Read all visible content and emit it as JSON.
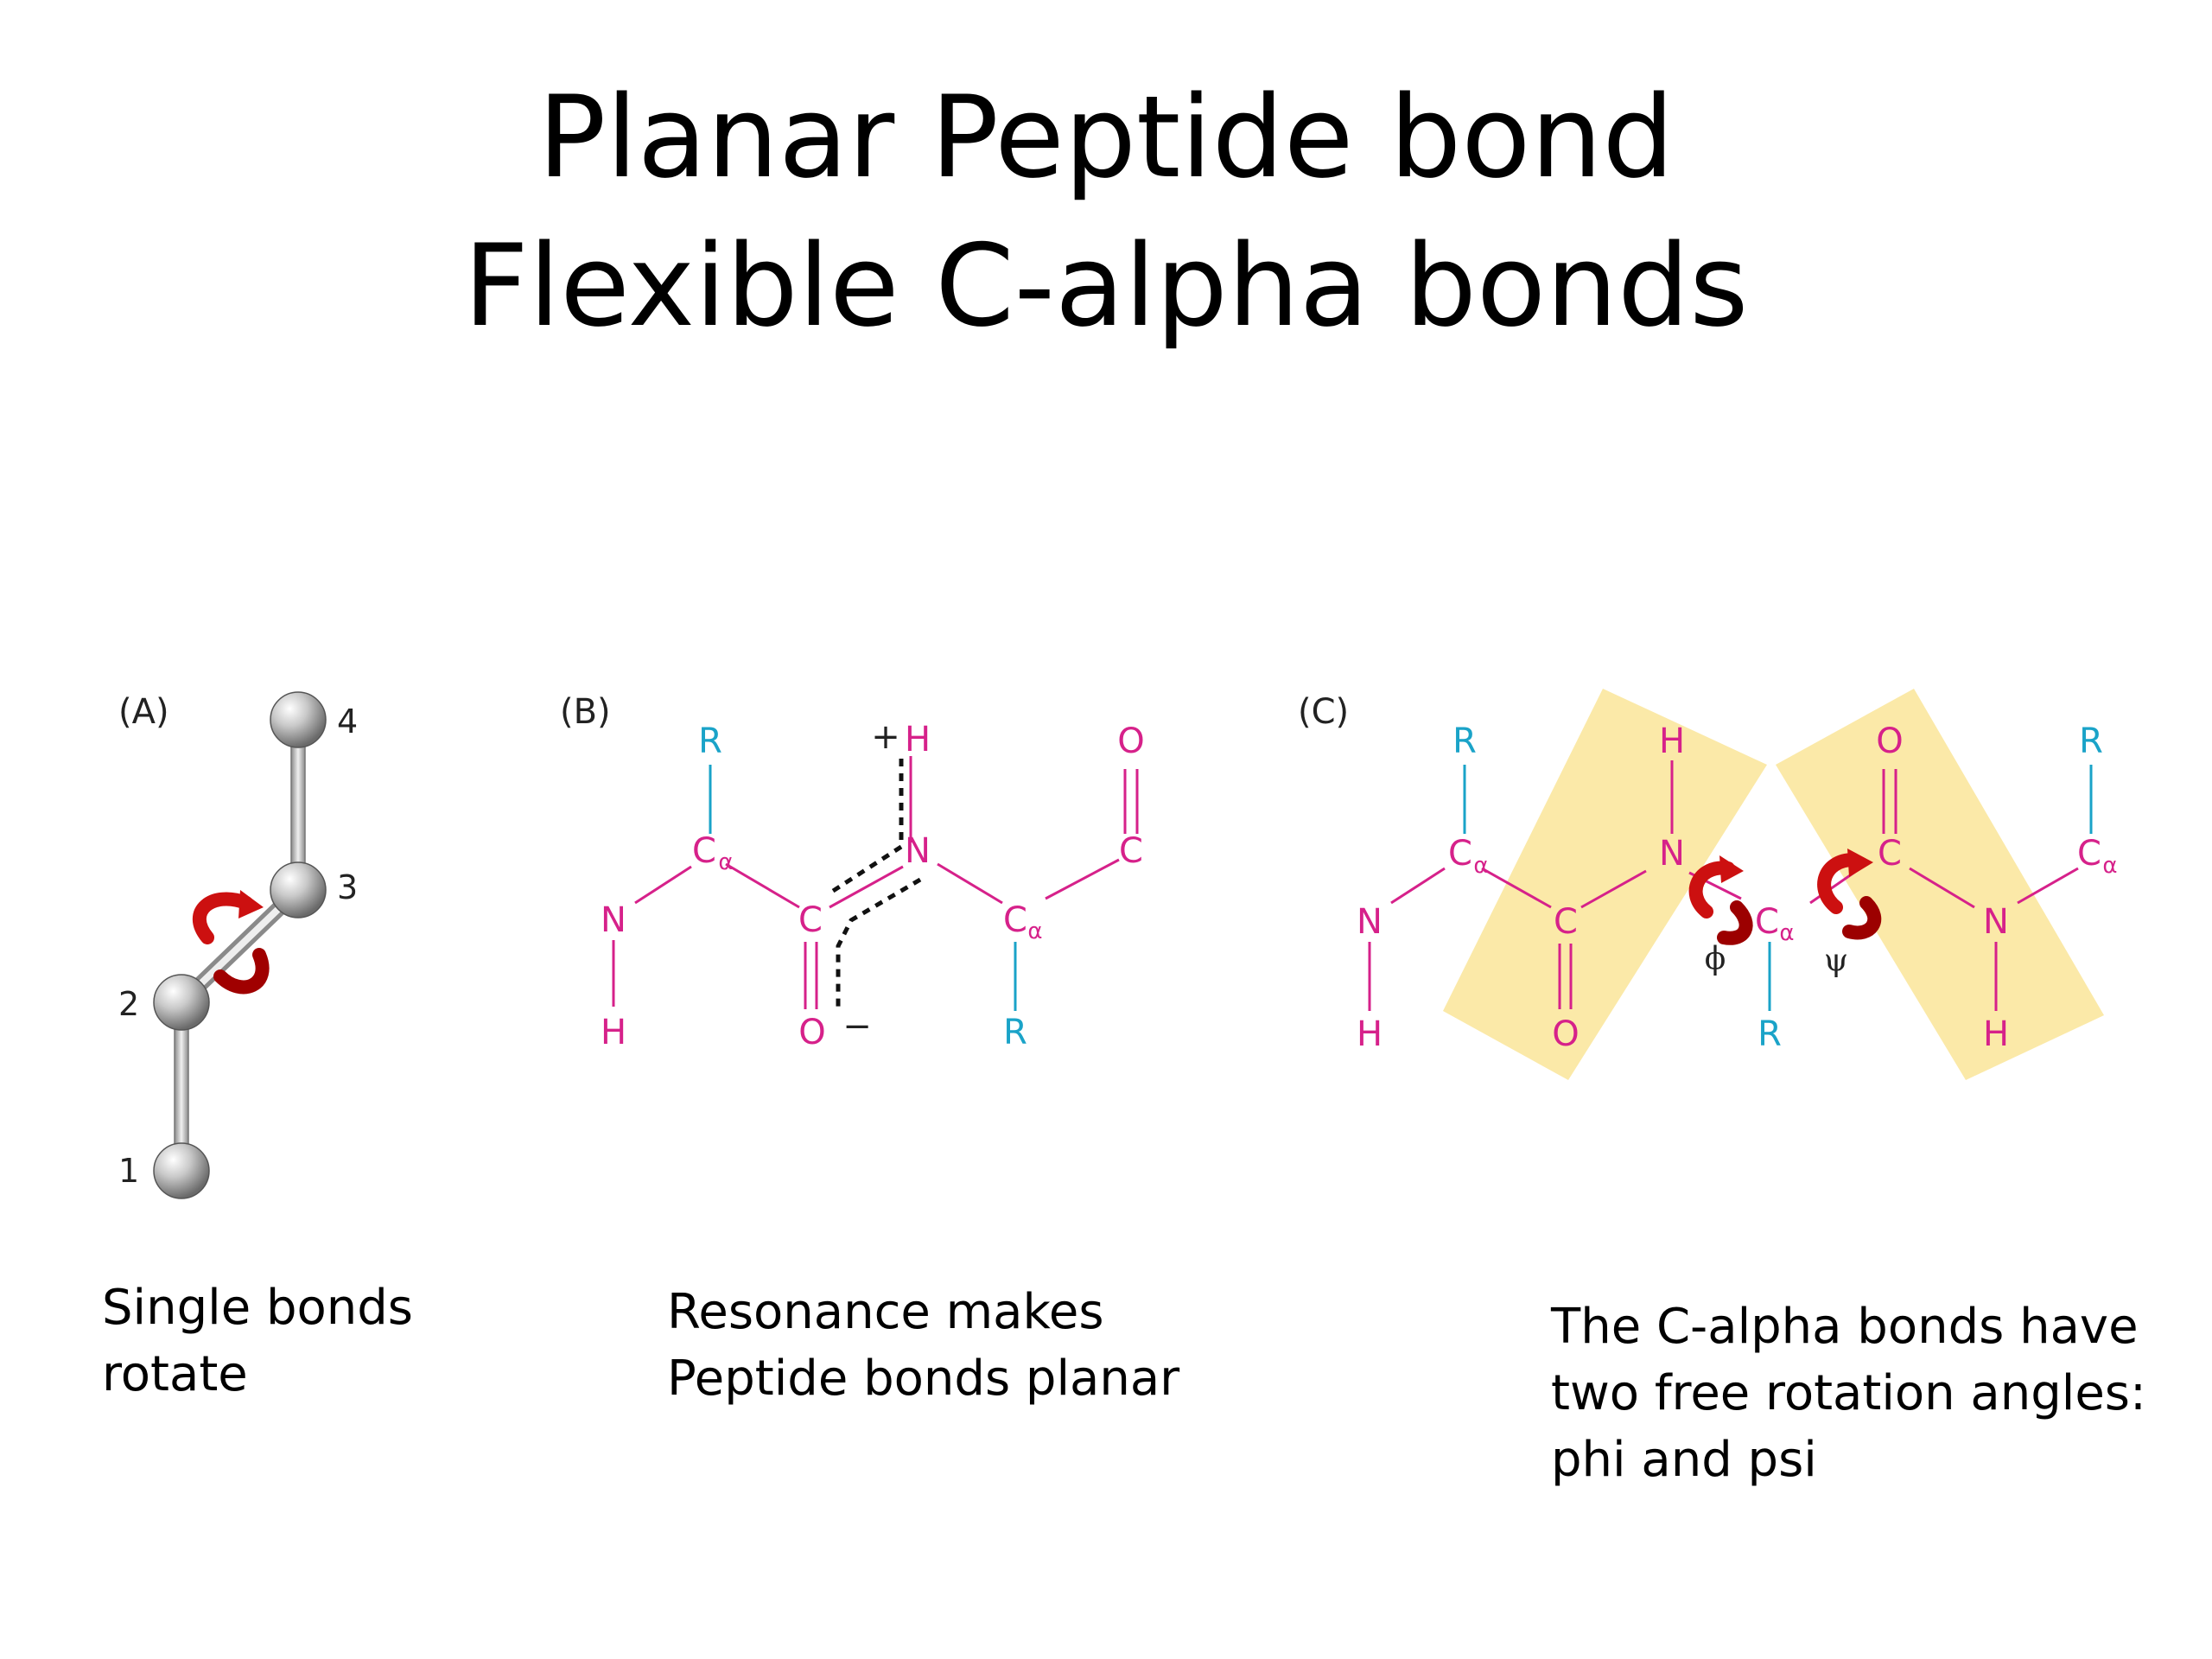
{
  "title": {
    "line1": "Planar Peptide bond",
    "line2": "Flexible C-alpha bonds"
  },
  "colors": {
    "magenta": "#d6218a",
    "cyan": "#1aa3c8",
    "highlight": "#fbe9a8",
    "rotation_red": "#cc1010",
    "bond_gray": "#b8b8b8"
  },
  "panel_a": {
    "label": "(A)",
    "atom_numbers": [
      "1",
      "2",
      "3",
      "4"
    ],
    "caption": [
      "Single bonds",
      "rotate"
    ]
  },
  "panel_b": {
    "label": "(B)",
    "atoms": {
      "r_top": "R",
      "c_alpha_1": "C",
      "alpha_1": "α",
      "n": "N",
      "h_bottom": "H",
      "c_center": "C",
      "o_bottom": "O",
      "minus": "−",
      "h_top": "H",
      "plus": "+",
      "n_center": "N",
      "c_alpha_2": "C",
      "alpha_2": "α",
      "r_bottom": "R",
      "c_right": "C",
      "o_top": "O"
    },
    "caption": [
      "Resonance makes",
      "Peptide bonds planar"
    ]
  },
  "panel_c": {
    "label": "(C)",
    "atoms": {
      "r_1": "R",
      "c_alpha_1": "C",
      "alpha_1": "α",
      "n_1": "N",
      "h_1": "H",
      "c_1": "C",
      "o_1": "O",
      "h_top": "H",
      "n_2": "N",
      "c_alpha_2": "C",
      "alpha_2": "α",
      "r_2": "R",
      "phi": "ϕ",
      "psi": "ψ",
      "o_top": "O",
      "c_2": "C",
      "n_3": "N",
      "h_bottom": "H",
      "c_alpha_3": "C",
      "alpha_3": "α",
      "r_3": "R"
    },
    "caption": [
      "The C-alpha bonds have",
      "two free rotation angles:",
      "phi and psi"
    ]
  }
}
